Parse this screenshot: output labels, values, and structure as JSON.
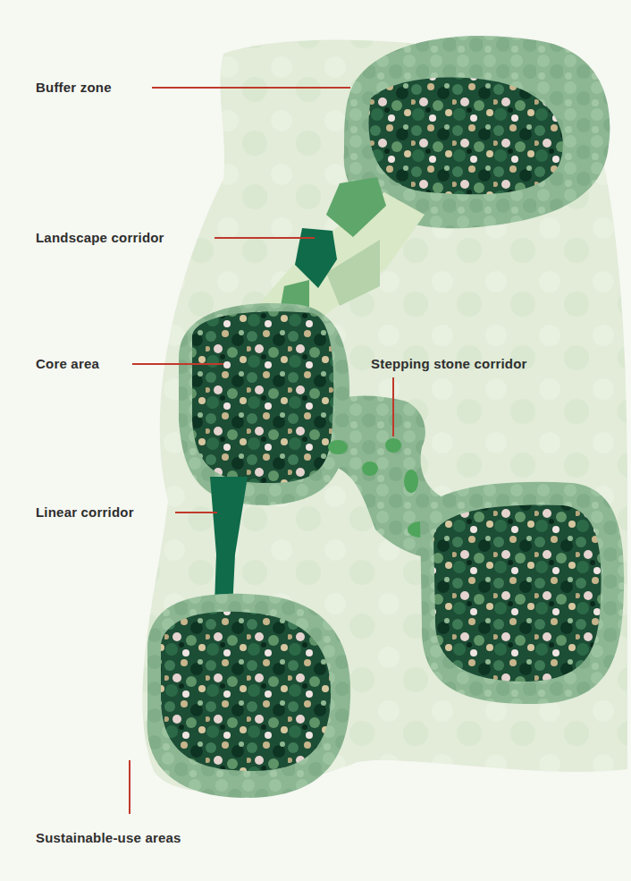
{
  "diagram": {
    "labels": [
      "Buffer zone",
      "Landscape corridor",
      "Core area",
      "Stepping stone corridor",
      "Linear corridor",
      "Sustainable-use areas"
    ]
  }
}
